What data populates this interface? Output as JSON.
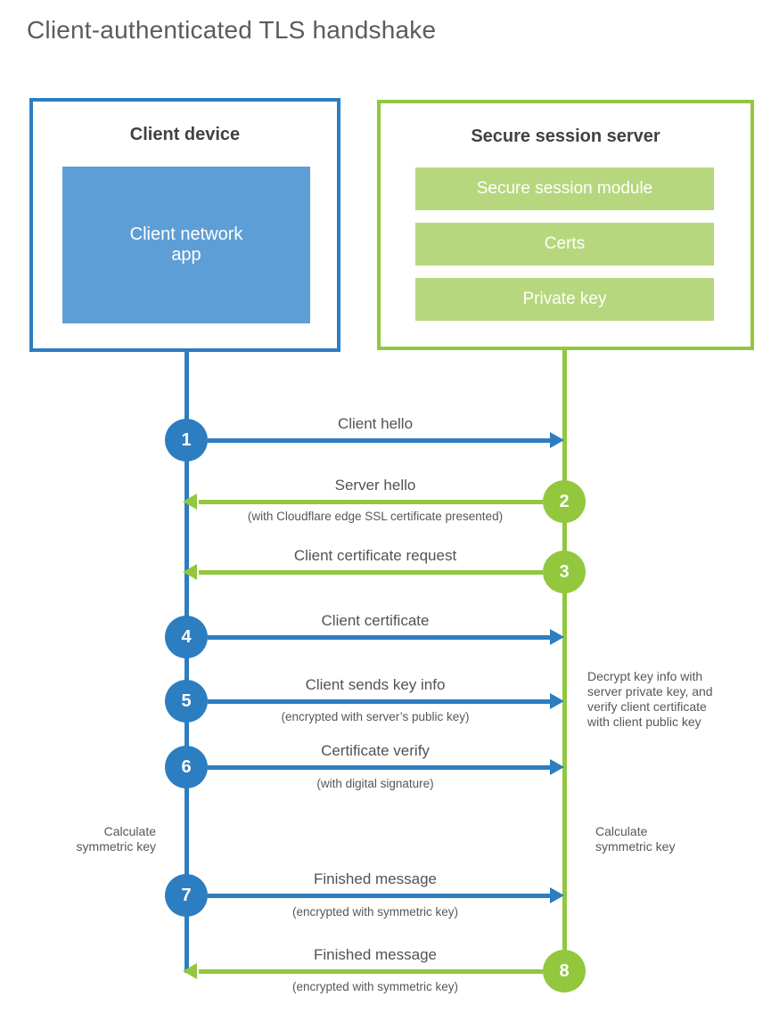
{
  "title": "Client-authenticated TLS handshake",
  "colors": {
    "blue": "#2d7dc1",
    "blue_light": "#5d9ed7",
    "green": "#92c73e",
    "green_light": "#b6d77d",
    "text_dark": "#3f4245",
    "text_gray": "#54575c"
  },
  "client_box": {
    "title": "Client device",
    "app_label": "Client network\napp"
  },
  "server_box": {
    "title": "Secure session server",
    "modules": [
      "Secure session module",
      "Certs",
      "Private key"
    ]
  },
  "steps": [
    {
      "number": "1",
      "from": "client",
      "label": "Client hello",
      "sublabel": ""
    },
    {
      "number": "2",
      "from": "server",
      "label": "Server hello",
      "sublabel": "(with Cloudflare edge SSL certificate presented)"
    },
    {
      "number": "3",
      "from": "server",
      "label": "Client certificate request",
      "sublabel": ""
    },
    {
      "number": "4",
      "from": "client",
      "label": "Client certificate",
      "sublabel": ""
    },
    {
      "number": "5",
      "from": "client",
      "label": "Client sends key info",
      "sublabel": "(encrypted with server’s public key)"
    },
    {
      "number": "6",
      "from": "client",
      "label": "Certificate verify",
      "sublabel": "(with digital signature)"
    },
    {
      "number": "7",
      "from": "client",
      "label": "Finished message",
      "sublabel": "(encrypted with symmetric key)"
    },
    {
      "number": "8",
      "from": "server",
      "label": "Finished message",
      "sublabel": "(encrypted with symmetric key)"
    }
  ],
  "annotations": {
    "decrypt_note": "Decrypt key info with\nserver private key, and\nverify client certificate\nwith client public key",
    "calc_left": "Calculate\nsymmetric key",
    "calc_right": "Calculate\nsymmetric key"
  }
}
